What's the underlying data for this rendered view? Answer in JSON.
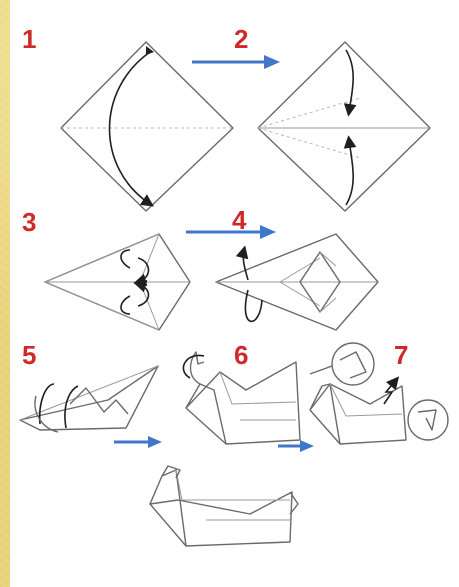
{
  "steps": {
    "s1": "1",
    "s2": "2",
    "s3": "3",
    "s4": "4",
    "s5": "5",
    "s6": "6",
    "s7": "7"
  },
  "colors": {
    "step_number": "#cf2a2a",
    "arrow": "#3f78c8",
    "line": "#6a6a6a",
    "background": "#ead57f"
  }
}
